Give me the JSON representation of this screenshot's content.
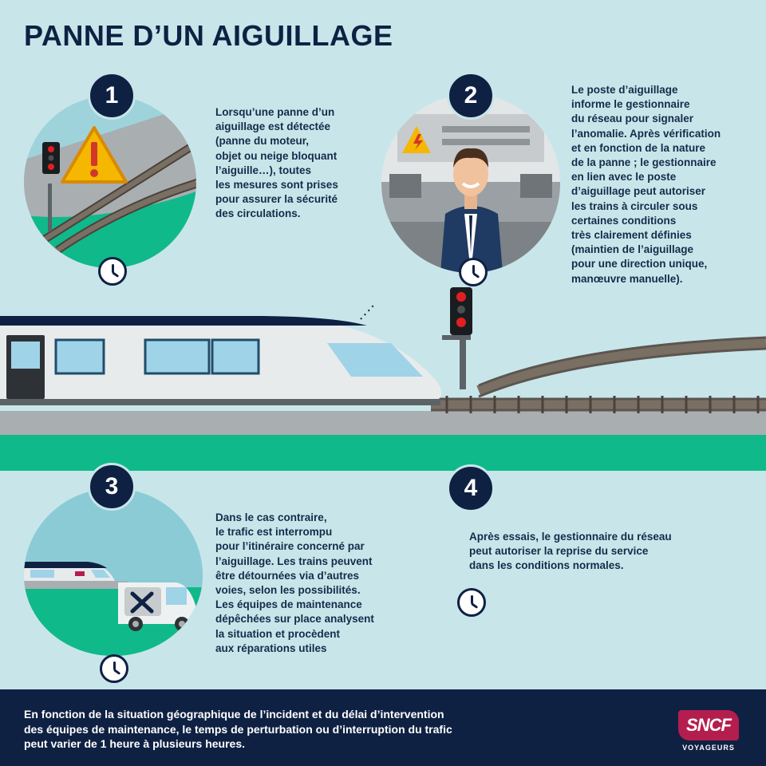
{
  "title": "PANNE D’UN AIGUILLAGE",
  "steps": [
    {
      "number": "1",
      "text": "Lorsqu’une panne d’un\naiguillage est détectée\n(panne du moteur,\nobjet ou neige bloquant\nl’aiguille…), toutes\nles mesures sont prises\npour assurer la sécurité\ndes circulations."
    },
    {
      "number": "2",
      "text": "Le poste d’aiguillage\ninforme le gestionnaire\ndu réseau pour signaler\nl’anomalie. Après vérification\net en fonction de la nature\nde la panne ; le gestionnaire\nen lien avec le poste\nd’aiguillage peut autoriser\nles trains à circuler sous\ncertaines conditions\ntrès clairement définies\n(maintien de l’aiguillage\npour une direction unique,\nmanœuvre manuelle)."
    },
    {
      "number": "3",
      "text": "Dans le cas contraire,\nle trafic est interrompu\npour l’itinéraire concerné par\nl’aiguillage. Les trains peuvent\nêtre détournées via d’autres\nvoies, selon les possibilités.\nLes équipes de maintenance\ndépêchées sur place analysent\nla situation et procèdent\naux réparations utiles"
    },
    {
      "number": "4",
      "text": "Après essais, le gestionnaire du réseau\npeut autoriser la reprise du service\ndans les conditions normales."
    }
  ],
  "footer": {
    "text": "En fonction de la situation géographique de l’incident et du délai d’intervention\ndes équipes de maintenance, le temps de perturbation ou d’interruption du trafic\npeut varier de 1 heure à plusieurs heures.",
    "logo_word": "SNCF",
    "logo_sub": "VOYAGEURS"
  },
  "colors": {
    "background": "#c8e6ea",
    "navy": "#0f2143",
    "green": "#10b98a",
    "warning": "#f5b700",
    "brand": "#b41e4f"
  },
  "icons": [
    "warning-icon",
    "traffic-light-icon",
    "clock-icon",
    "tools-icon",
    "lightning-icon"
  ]
}
